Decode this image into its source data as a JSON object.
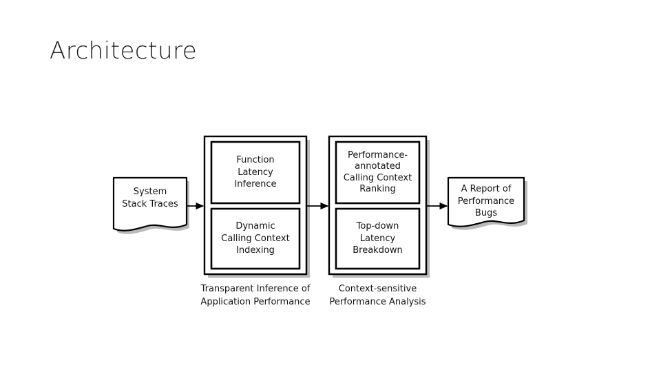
{
  "slide": {
    "title": "Architecture"
  },
  "diagram": {
    "type": "flow-diagram",
    "orientation": "left-to-right",
    "colors": {
      "stroke": "#000000",
      "fill": "#ffffff",
      "shadow": "#b0b0b0",
      "text": "#111111",
      "background": "#ffffff"
    },
    "nodes": [
      {
        "id": "input",
        "shape": "document",
        "lines": [
          "System",
          "Stack Traces"
        ]
      },
      {
        "id": "stage1-box1",
        "shape": "rectangle",
        "lines": [
          "Function",
          "Latency",
          "Inference"
        ]
      },
      {
        "id": "stage1-box2",
        "shape": "rectangle",
        "lines": [
          "Dynamic",
          "Calling Context",
          "Indexing"
        ]
      },
      {
        "id": "stage2-box1",
        "shape": "rectangle",
        "lines": [
          "Performance-",
          "annotated",
          "Calling Context",
          "Ranking"
        ]
      },
      {
        "id": "stage2-box2",
        "shape": "rectangle",
        "lines": [
          "Top-down",
          "Latency",
          "Breakdown"
        ]
      },
      {
        "id": "output",
        "shape": "document",
        "lines": [
          "A Report of",
          "Performance",
          "Bugs"
        ]
      }
    ],
    "groups": [
      {
        "id": "stage1",
        "caption": [
          "Transparent Inference of",
          "Application Performance"
        ],
        "contains": [
          "stage1-box1",
          "stage1-box2"
        ]
      },
      {
        "id": "stage2",
        "caption": [
          "Context-sensitive",
          "Performance Analysis"
        ],
        "contains": [
          "stage2-box1",
          "stage2-box2"
        ]
      }
    ],
    "arrows": [
      {
        "id": "arrow-input-stage1",
        "from": "input",
        "to": "stage1"
      },
      {
        "id": "arrow-stage1-stage2",
        "from": "stage1",
        "to": "stage2"
      },
      {
        "id": "arrow-stage2-output",
        "from": "stage2",
        "to": "output"
      }
    ]
  }
}
